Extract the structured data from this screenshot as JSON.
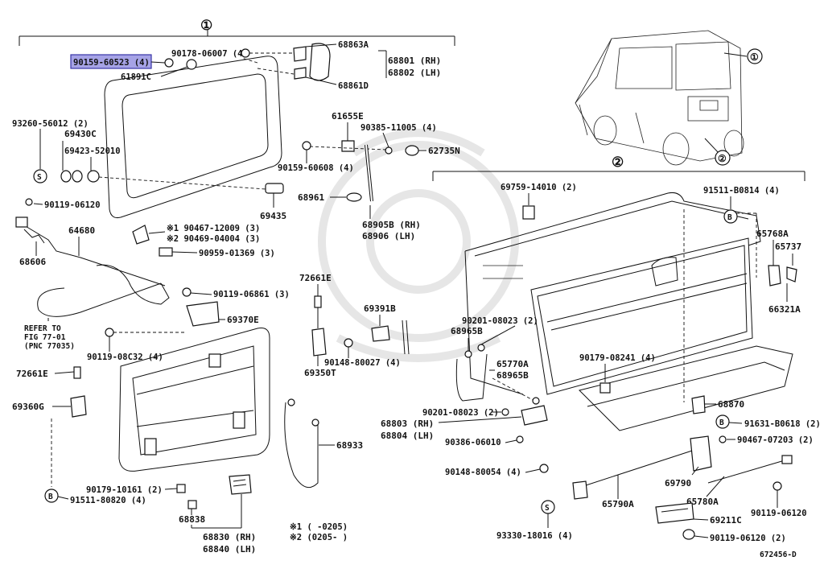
{
  "group_labels": {
    "g1": "①",
    "g2": "②"
  },
  "highlighted_part": "90159-60523 (4)",
  "parts_left": {
    "p61891c": "61891C",
    "p90178": "90178-06007 (4)",
    "p68863a": "68863A",
    "p68861d": "68861D",
    "p68801": "68801 (RH)",
    "p68802": "68802 (LH)",
    "p93260": "93260-56012 (2)",
    "p69430c": "69430C",
    "p69423": "69423-52010",
    "p61655e": "61655E",
    "p90385": "90385-11005 (4)",
    "p62735n": "62735N",
    "p90159b": "90159-60608 (4)",
    "p90119a": "90119-06120",
    "p69435": "69435",
    "p68961": "68961",
    "p68905b": "68905B (RH)",
    "p68906": "68906 (LH)",
    "p64680": "64680",
    "p90467": "※1  90467-12009 (3)",
    "p90469": "※2  90469-04004 (3)",
    "p68606": "68606",
    "p90959": "90959-01369 (3)",
    "p72661e_top": "72661E",
    "p90119b": "90119-06861 (3)",
    "p69391b": "69391B",
    "p69370e": "69370E",
    "refer1": "REFER TO",
    "refer2": "FIG 77-01",
    "refer3": "(PNC 77035)",
    "p90148a": "90148-80027 (4)",
    "p90119c": "90119-08C32 (4)",
    "p69350t": "69350T",
    "p72661e_left": "72661E",
    "p69360g": "69360G",
    "p68933": "68933",
    "p90179a": "90179-10161 (2)",
    "p91511a": "91511-80820 (4)",
    "p68838": "68838",
    "p68830": "68830 (RH)",
    "p68840": "68840 (LH)",
    "note1": "※1  (      -0205)",
    "note2": "※2  (0205-      )"
  },
  "parts_right": {
    "p69759": "69759-14010 (2)",
    "p91511b": "91511-B0814 (4)",
    "p65768a": "65768A",
    "p65737": "65737",
    "p66321a": "66321A",
    "p90201a": "90201-08023 (2)",
    "p68965b_a": "68965B",
    "p65770a": "65770A",
    "p68965b_b": "68965B",
    "p90179b": "90179-08241 (4)",
    "p68870": "68870",
    "p90201b": "90201-08023 (2)",
    "p68803": "68803 (RH)",
    "p68804": "68804 (LH)",
    "p90386": "90386-06010",
    "p91631": "91631-B0618 (2)",
    "p90467b": "90467-07203 (2)",
    "p90148b": "90148-80054 (4)",
    "p69790": "69790",
    "p65790a": "65790A",
    "p65780a": "65780A",
    "p93330": "93330-18016 (4)",
    "p69211c": "69211C",
    "p90119d": "90119-06120",
    "p90119e": "90119-06120 (2)",
    "diagram_id": "672456-D"
  },
  "circle_letters": {
    "s": "S",
    "b": "B"
  },
  "colors": {
    "highlight": "#a6a3e6",
    "highlight_border": "#3a36a8",
    "ink": "#111111",
    "watermark": "#e6e6e6"
  }
}
